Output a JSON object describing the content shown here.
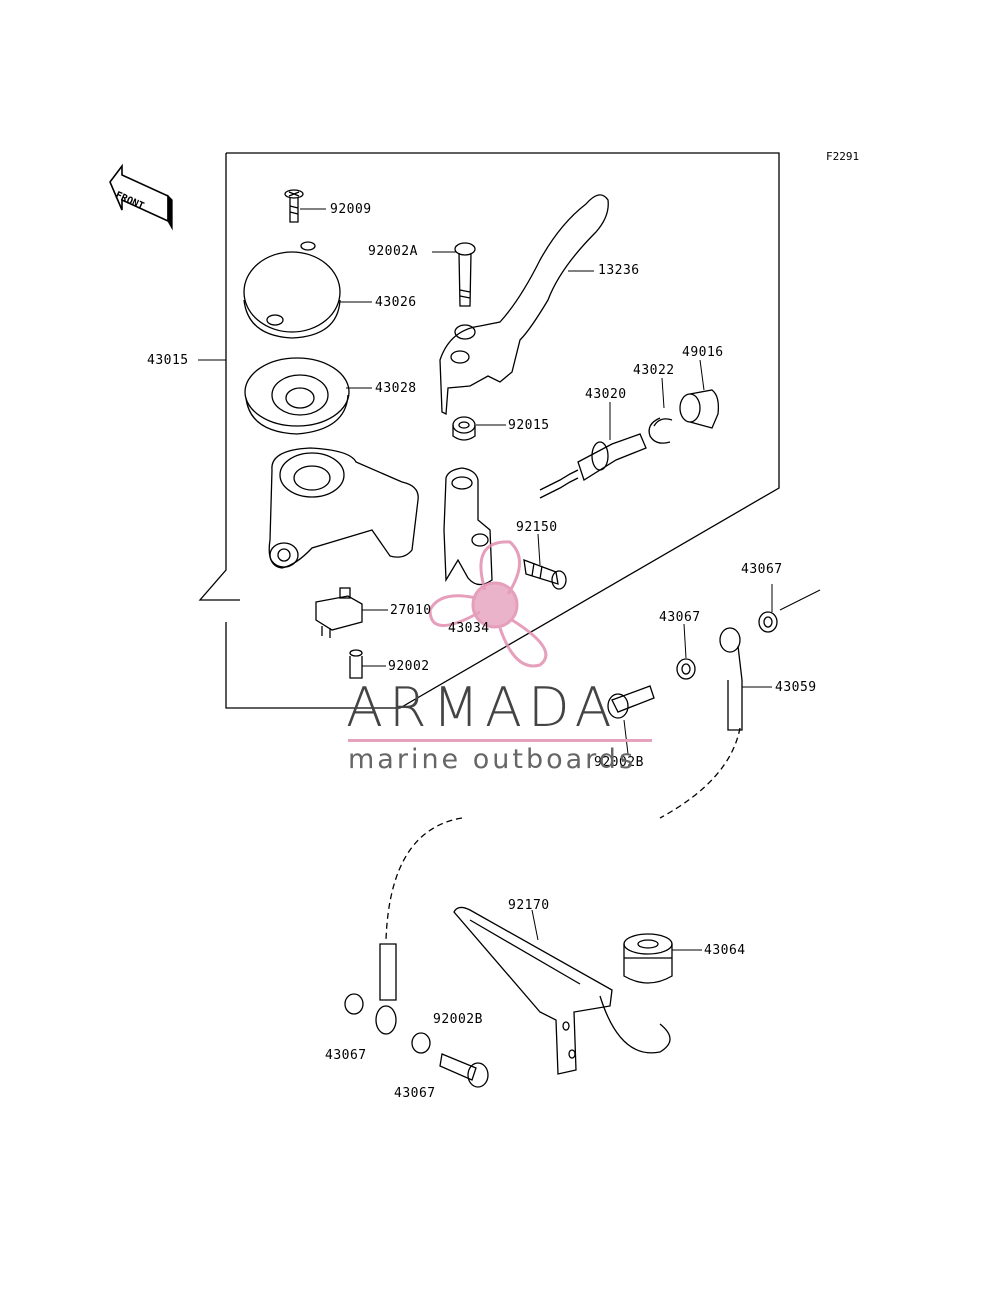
{
  "sheet_code": "F2291",
  "front_label": "FRONT",
  "watermark": {
    "brand": "ARMADA",
    "tagline": "marine outboards",
    "accent_color": "#e28fb0"
  },
  "parts": [
    "92009",
    "92002A",
    "13236",
    "43026",
    "43015",
    "43028",
    "49016",
    "43022",
    "43020",
    "92015",
    "92150",
    "27010",
    "43034",
    "92002",
    "43067",
    "43067",
    "43059",
    "92002B",
    "92170",
    "43064",
    "43067",
    "92002B",
    "43067"
  ]
}
